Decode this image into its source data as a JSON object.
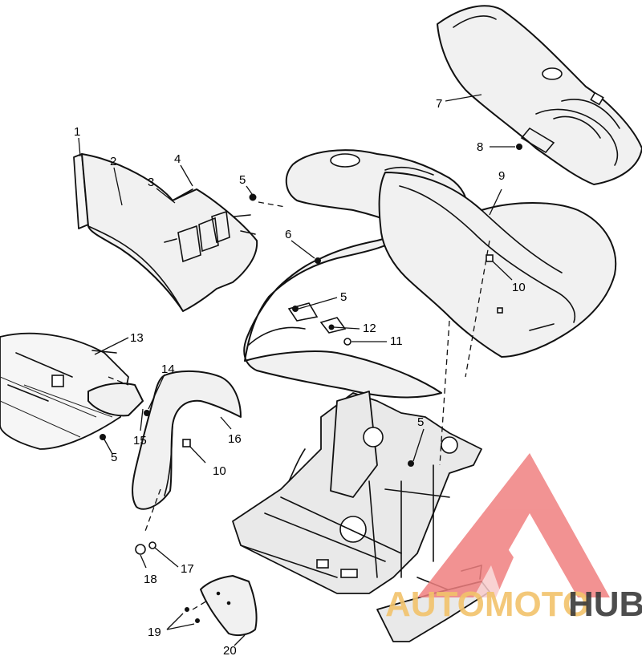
{
  "callouts": {
    "c1": "1",
    "c2": "2",
    "c3": "3",
    "c4": "4",
    "c5a": "5",
    "c5b": "5",
    "c5c": "5",
    "c5d": "5",
    "c6": "6",
    "c7": "7",
    "c8": "8",
    "c9": "9",
    "c10a": "10",
    "c10b": "10",
    "c11": "11",
    "c12": "12",
    "c13": "13",
    "c14": "14",
    "c15": "15",
    "c16": "16",
    "c17": "17",
    "c18": "18",
    "c19": "19",
    "c20": "20"
  },
  "watermark": {
    "brand_part1": "AUTOMOTO",
    "brand_part2": "HUB",
    "color_primary": "#f08080",
    "color_gold": "#f2c36b",
    "color_dark": "#3a3a3a"
  }
}
